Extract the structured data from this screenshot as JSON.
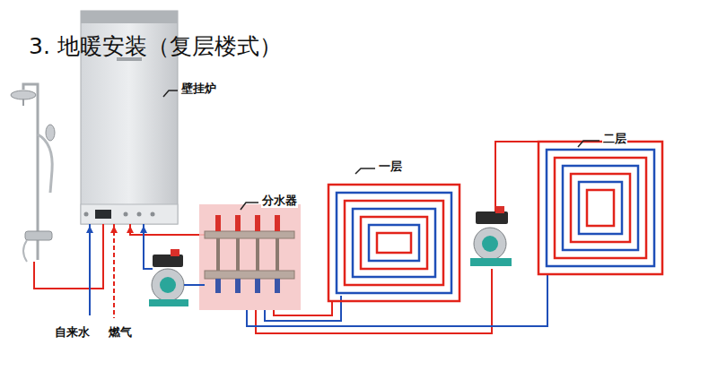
{
  "diagram": {
    "title": "3. 地暖安装（复层楼式）",
    "labels": [
      "壁挂炉",
      "分水器",
      "一层",
      "二层",
      "自来水",
      "燃气"
    ]
  }
}
